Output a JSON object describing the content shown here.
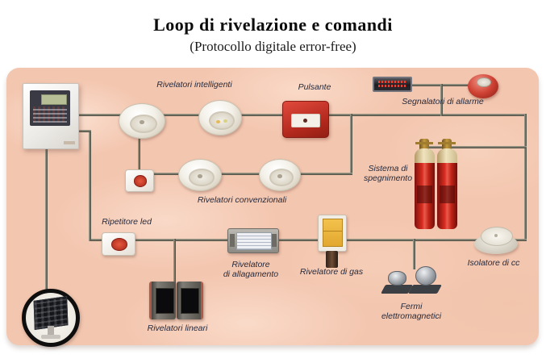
{
  "title": "Loop di rivelazione e comandi",
  "subtitle": "(Protocollo digitale error-free)",
  "diagram": {
    "labels": {
      "intelligent_detectors": "Rivelatori intelligenti",
      "call_point": "Pulsante",
      "alarm_signals": "Segnalatori di allarme",
      "extinguishing_system": "Sistema di\nspegnimento",
      "conventional_detectors": "Rivelatori convenzionali",
      "led_repeater": "Ripetitore led",
      "flood_detector": "Rivelatore\ndi allagamento",
      "gas_detector": "Rivelatore di gas",
      "electromagnetic_holders": "Fermi\nelettromagnetici",
      "short_circuit_isolator": "Isolatore di cc",
      "linear_detectors": "Rivelatori lineari"
    },
    "colors": {
      "panel_background": "#f3c6af",
      "wire": "#5f5e50",
      "label_text": "#272a3c",
      "device_red": "#c0281c",
      "led_red": "#ff3a28",
      "cylinder_red": "#d92c1f"
    }
  }
}
